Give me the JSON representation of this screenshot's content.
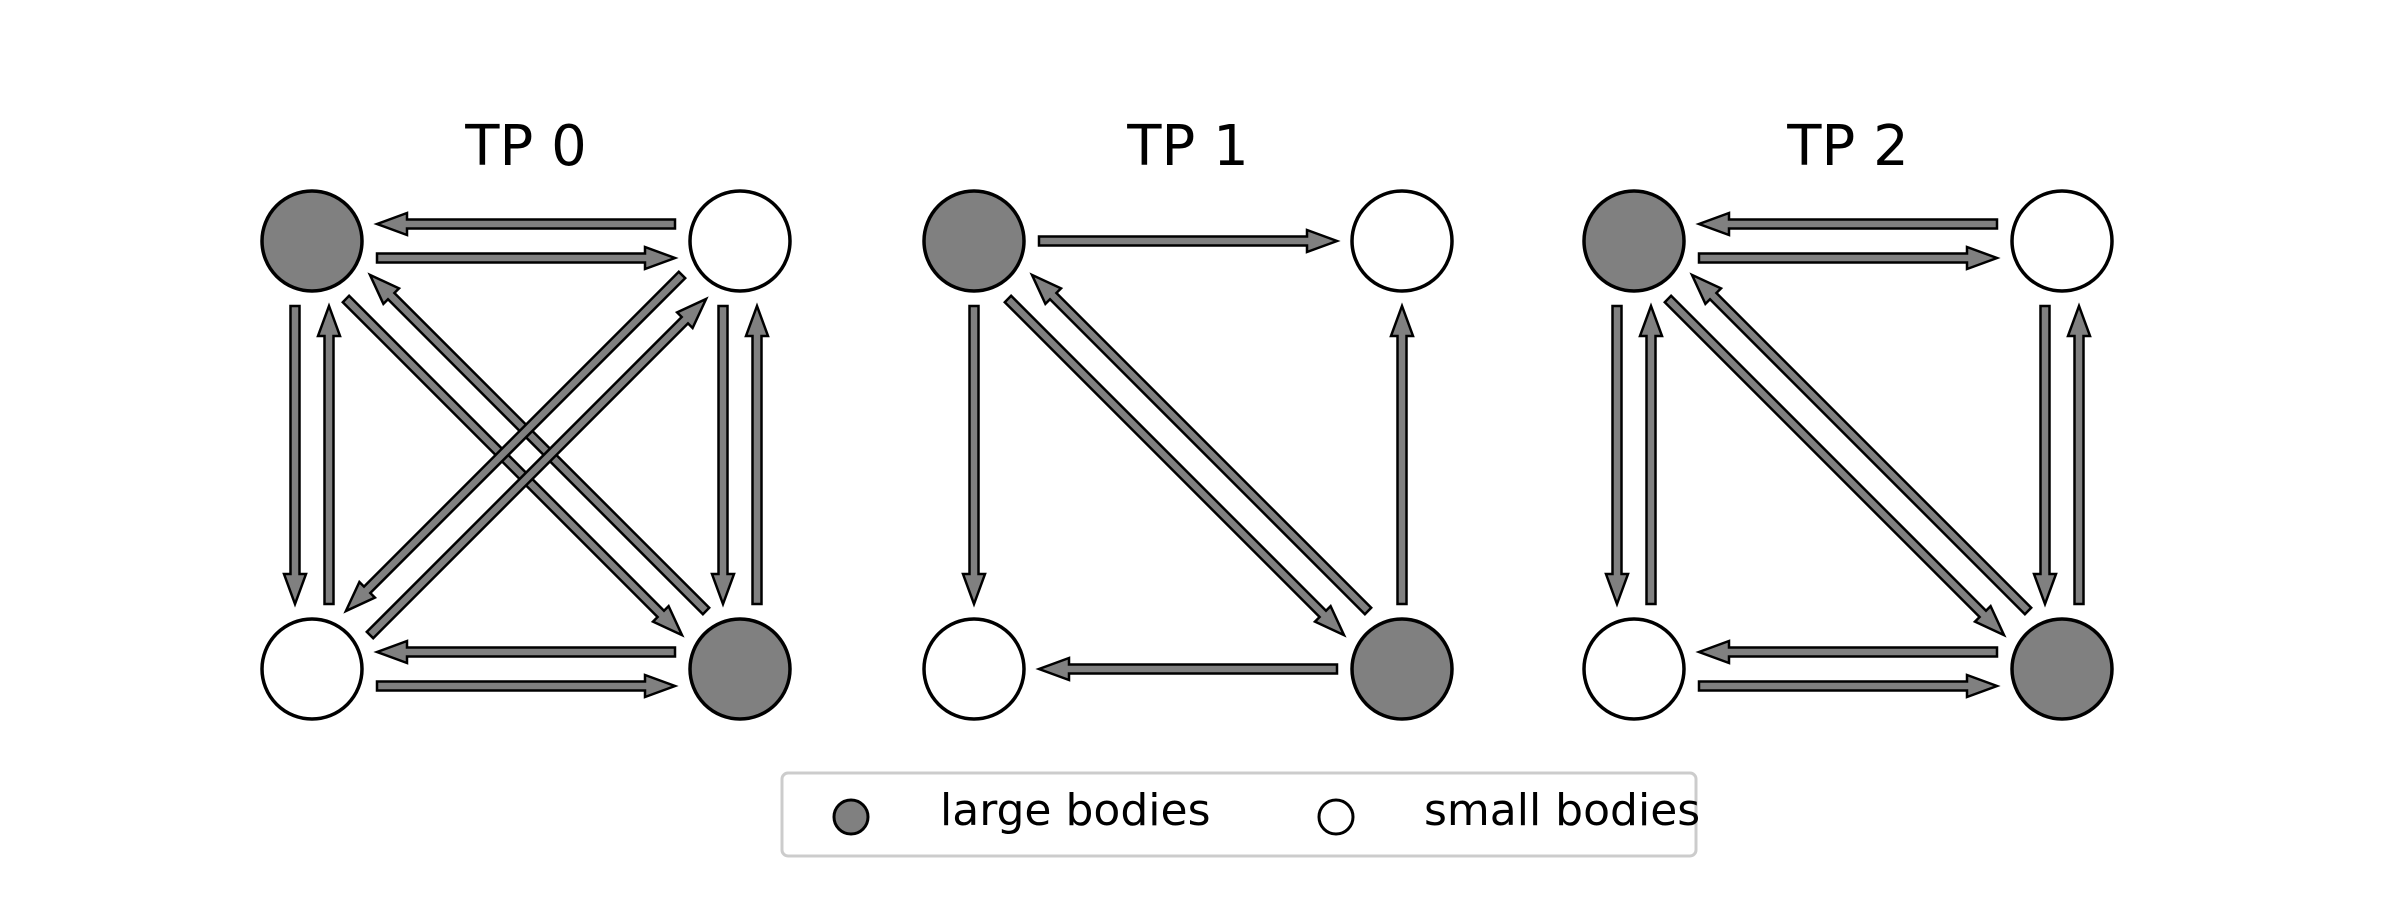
{
  "colors": {
    "large_fill": "#808080",
    "small_fill": "#ffffff",
    "stroke": "#000000",
    "arrow_fill": "#808080",
    "legend_border": "#cccccc"
  },
  "node_kinds": {
    "large": {
      "label": "large bodies",
      "icon": "filled-circle-icon"
    },
    "small": {
      "label": "small bodies",
      "icon": "open-circle-icon"
    }
  },
  "legend": {
    "items": [
      "large",
      "small"
    ]
  },
  "panels": [
    {
      "title": "TP 0",
      "nodes": {
        "TL": "large",
        "TR": "small",
        "BL": "small",
        "BR": "large"
      },
      "edges": [
        [
          "TL",
          "TR"
        ],
        [
          "TR",
          "TL"
        ],
        [
          "TL",
          "BL"
        ],
        [
          "BL",
          "TL"
        ],
        [
          "TL",
          "BR"
        ],
        [
          "BR",
          "TL"
        ],
        [
          "TR",
          "BL"
        ],
        [
          "BL",
          "TR"
        ],
        [
          "TR",
          "BR"
        ],
        [
          "BR",
          "TR"
        ],
        [
          "BL",
          "BR"
        ],
        [
          "BR",
          "BL"
        ]
      ]
    },
    {
      "title": "TP 1",
      "nodes": {
        "TL": "large",
        "TR": "small",
        "BL": "small",
        "BR": "large"
      },
      "edges": [
        [
          "TL",
          "TR"
        ],
        [
          "TL",
          "BL"
        ],
        [
          "TL",
          "BR"
        ],
        [
          "BR",
          "TL"
        ],
        [
          "BR",
          "TR"
        ],
        [
          "BR",
          "BL"
        ]
      ]
    },
    {
      "title": "TP 2",
      "nodes": {
        "TL": "large",
        "TR": "small",
        "BL": "small",
        "BR": "large"
      },
      "edges": [
        [
          "TL",
          "TR"
        ],
        [
          "TR",
          "TL"
        ],
        [
          "TL",
          "BL"
        ],
        [
          "BL",
          "TL"
        ],
        [
          "TL",
          "BR"
        ],
        [
          "BR",
          "TL"
        ],
        [
          "TR",
          "BR"
        ],
        [
          "BR",
          "TR"
        ],
        [
          "BL",
          "BR"
        ],
        [
          "BR",
          "BL"
        ]
      ]
    }
  ]
}
